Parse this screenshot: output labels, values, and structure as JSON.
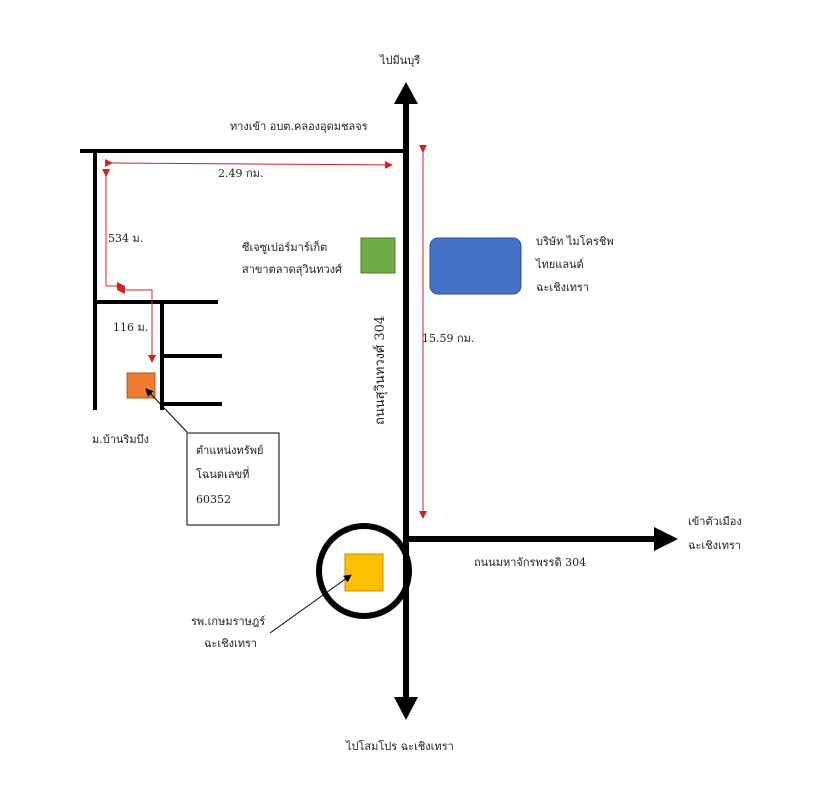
{
  "colors": {
    "road": "#000000",
    "dimension": "#d42020",
    "supermarket": "#70ad47",
    "company": "#4472c4",
    "property": "#ed7d31",
    "hospital": "#ffc000"
  },
  "labels": {
    "north_destination": "ไปมีนบุรี",
    "south_destination": "ไปโสมโปร ฉะเชิงเทรา",
    "east_destination_line1": "เข้าตัวเมือง",
    "east_destination_line2": "ฉะเชิงเทรา",
    "access_road": "ทางเข้า อบต.คลองอุดมชลจร",
    "highway_name": "ถนนสุวินทวงศ์ 304",
    "east_road_name": "ถนนมหาจักรพรรดิ 304",
    "village": "ม.บ้านริมบึง",
    "dist_east_west": "2.49 กม.",
    "dist_vertical": "534 ม.",
    "dist_short": "116 ม.",
    "dist_highway": "15.59 กม.",
    "supermarket_line1": "ซีเจซูเปอร์มาร์เก็ต",
    "supermarket_line2": "สาขาตลาดสุวินทวงศ์",
    "company_line1": "บริษัท ไมโครชิพ",
    "company_line2": "ไทยแลนด์",
    "company_line3": "ฉะเชิงเทรา",
    "property_line1": "ตำแหน่งทรัพย์",
    "property_line2": "โฉนดเลขที่",
    "property_line3": "60352",
    "hospital_line1": "รพ.เกษมราษฎร์",
    "hospital_line2": "ฉะเชิงเทรา"
  }
}
